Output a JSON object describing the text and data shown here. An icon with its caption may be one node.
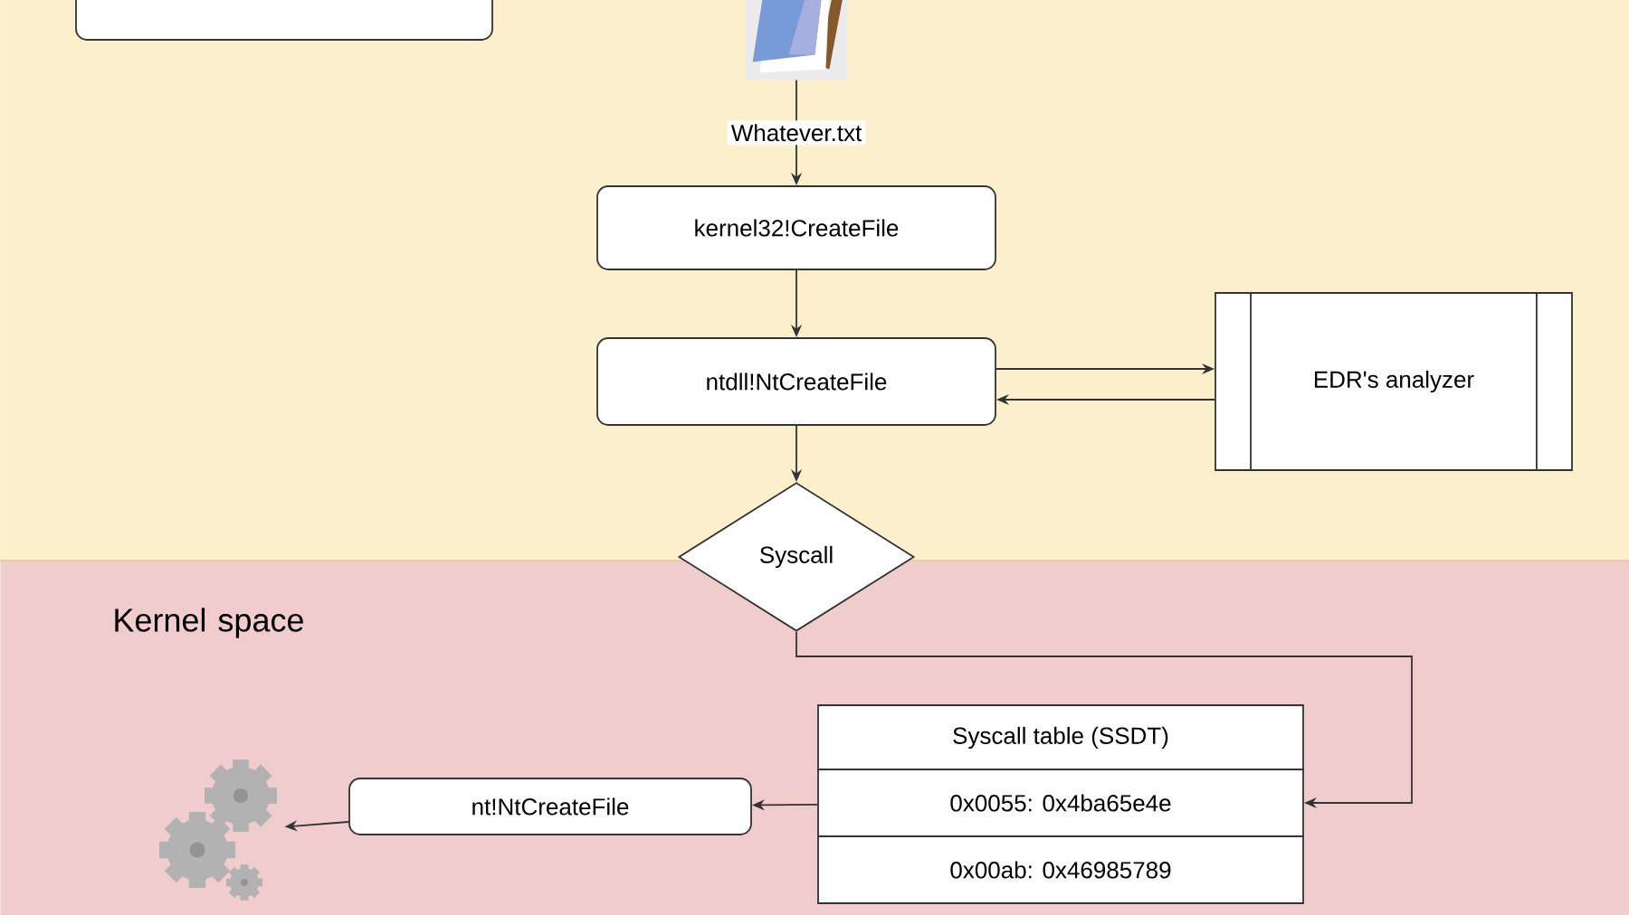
{
  "diagram": {
    "nodes": [
      {
        "text": [],
        "shape": "box"
      },
      {
        "text": [],
        "shape": "picture"
      },
      {
        "text": [
          "kernel32!CreateFile"
        ]
      },
      {
        "text": [
          "ntdll!NtCreateFile"
        ]
      },
      {
        "text": [
          "EDR's analyzer"
        ]
      },
      {
        "text": [
          "Syscall"
        ]
      },
      {
        "text": [
          "Kernel space"
        ]
      },
      {
        "text": [
          "Syscall table (SSDT)"
        ],
        "in": 6
      },
      {
        "text": [
          "0x0055: 0x4ba65e4e"
        ],
        "in": 6
      },
      {
        "text": [
          "0x00ab: 0x46985789"
        ],
        "in": 6
      },
      {
        "text": [
          "nt!NtCreateFile"
        ],
        "in": 6
      },
      {
        "text": [],
        "shape": "picture",
        "in": 6
      }
    ],
    "edges": [
      {
        "from": 1,
        "to": 2,
        "arrow": "to",
        "label": "Whatever.txt"
      },
      {
        "from": 2,
        "to": 3,
        "arrow": "to"
      },
      {
        "from": 3,
        "to": 4,
        "arrow": "to"
      },
      {
        "from": 4,
        "to": 3,
        "arrow": "to"
      },
      {
        "from": 3,
        "to": 5,
        "arrow": "to"
      },
      {
        "from": 5,
        "to": 8,
        "arrow": "to"
      },
      {
        "from": 8,
        "to": 10,
        "arrow": "to"
      },
      {
        "from": 10,
        "to": 11,
        "arrow": "to"
      }
    ]
  }
}
